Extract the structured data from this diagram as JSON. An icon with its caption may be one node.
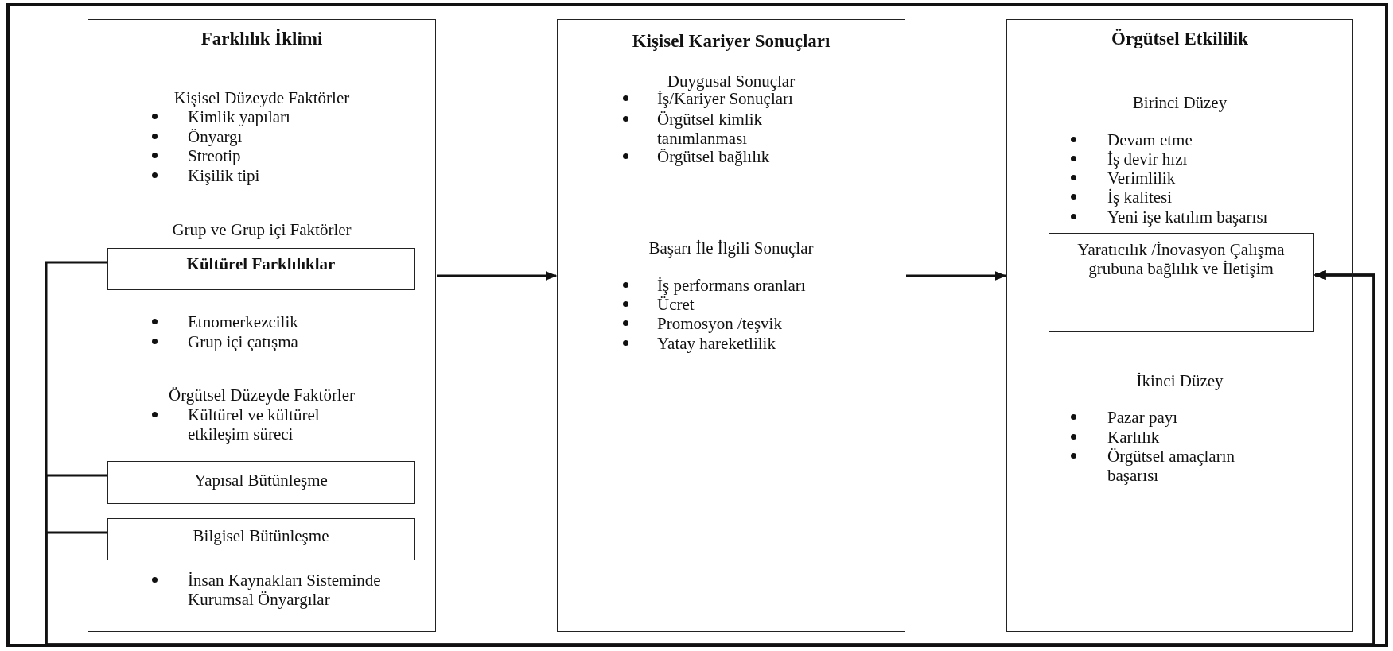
{
  "diagram": {
    "nodes": [
      {
        "text": [
          "Farklılık İklimi",
          "Kişisel Düzeyde Faktörler",
          "Kimlik yapıları",
          "Önyargı",
          "Streotip",
          "Kişilik tipi",
          "Grup ve Grup içi Faktörler",
          "Etnomerkezcilik",
          "Grup içi çatışma",
          "Örgütsel Düzeyde Faktörler",
          "Kültürel ve kültürel etkileşim süreci",
          "İnsan Kaynakları Sisteminde Kurumsal Önyargılar"
        ]
      },
      {
        "text": [
          "Kültürel Farklılıklar"
        ],
        "in": 0
      },
      {
        "text": [
          "Yapısal Bütünleşme"
        ],
        "in": 0
      },
      {
        "text": [
          "Bilgisel Bütünleşme"
        ],
        "in": 0
      },
      {
        "text": [
          "Kişisel Kariyer Sonuçları",
          "Duygusal Sonuçlar",
          "İş/Kariyer Sonuçları",
          "Örgütsel kimlik tanımlanması",
          "Örgütsel bağlılık",
          "Başarı İle İlgili Sonuçlar",
          "İş performans oranları",
          "Ücret",
          "Promosyon /teşvik",
          "Yatay hareketlilik"
        ]
      },
      {
        "text": [
          "Örgütsel Etkililik",
          "Birinci Düzey",
          "Devam etme",
          "İş devir hızı",
          "Verimlilik",
          "İş kalitesi",
          "Yeni işe katılım başarısı",
          "İkinci Düzey",
          "Pazar payı",
          "Karlılık",
          "Örgütsel amaçların başarısı"
        ]
      },
      {
        "text": [
          "Yaratıcılık /İnovasyon Çalışma grubuna bağlılık ve İletişim"
        ],
        "in": 5
      }
    ],
    "edges": [
      {
        "from": 0,
        "to": 4,
        "arrow": "to"
      },
      {
        "from": 4,
        "to": 5,
        "arrow": "to"
      },
      {
        "from": 1,
        "to": 6,
        "arrow": "to"
      },
      {
        "from": 2,
        "to": 6,
        "arrow": "to"
      },
      {
        "from": 3,
        "to": 6,
        "arrow": "to"
      }
    ]
  }
}
